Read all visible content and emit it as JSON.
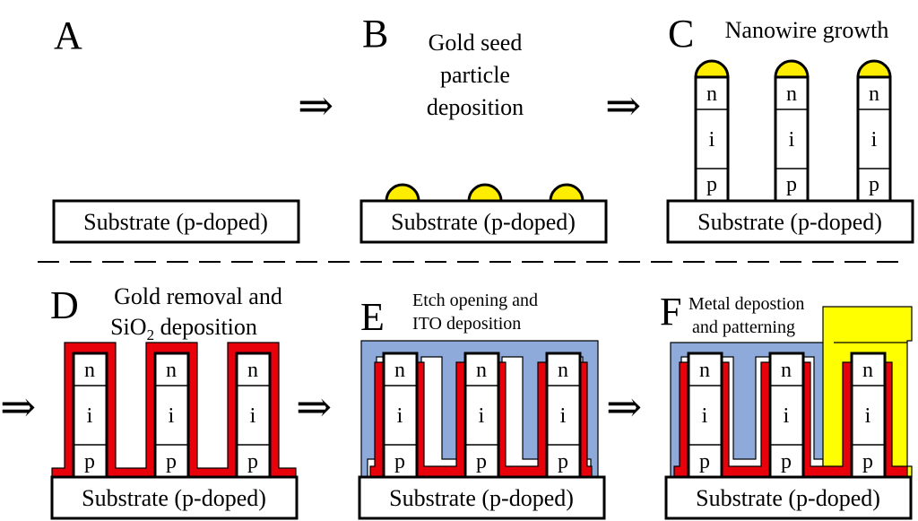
{
  "panels": {
    "A": {
      "letter": "A",
      "substrate": "Substrate (p-doped)"
    },
    "B": {
      "letter": "B",
      "caption_lines": [
        "Gold seed",
        "particle",
        "deposition"
      ],
      "substrate": "Substrate  (p-doped)"
    },
    "C": {
      "letter": "C",
      "caption": "Nanowire growth",
      "substrate": "Substrate (p-doped)"
    },
    "D": {
      "letter": "D",
      "caption_line1": "Gold removal and",
      "caption_line2_prefix": "SiO",
      "caption_line2_subscript": "2",
      "caption_line2_suffix": " deposition",
      "substrate": "Substrate (p-doped)"
    },
    "E": {
      "letter": "E",
      "caption_lines": [
        "Etch opening and",
        "ITO deposition"
      ],
      "substrate": "Substrate (p-doped)"
    },
    "F": {
      "letter": "F",
      "caption_lines": [
        "Metal depostion",
        "and patterning"
      ],
      "substrate": "Substrate (p-doped)"
    }
  },
  "segments": {
    "n": "n",
    "i": "i",
    "p": "p"
  },
  "arrow": "⇒",
  "colors": {
    "gold": "#ffed00",
    "sio2": "#e8000b",
    "ito": "#8eaadb",
    "metal": "#ffff00",
    "outline": "#000000"
  }
}
